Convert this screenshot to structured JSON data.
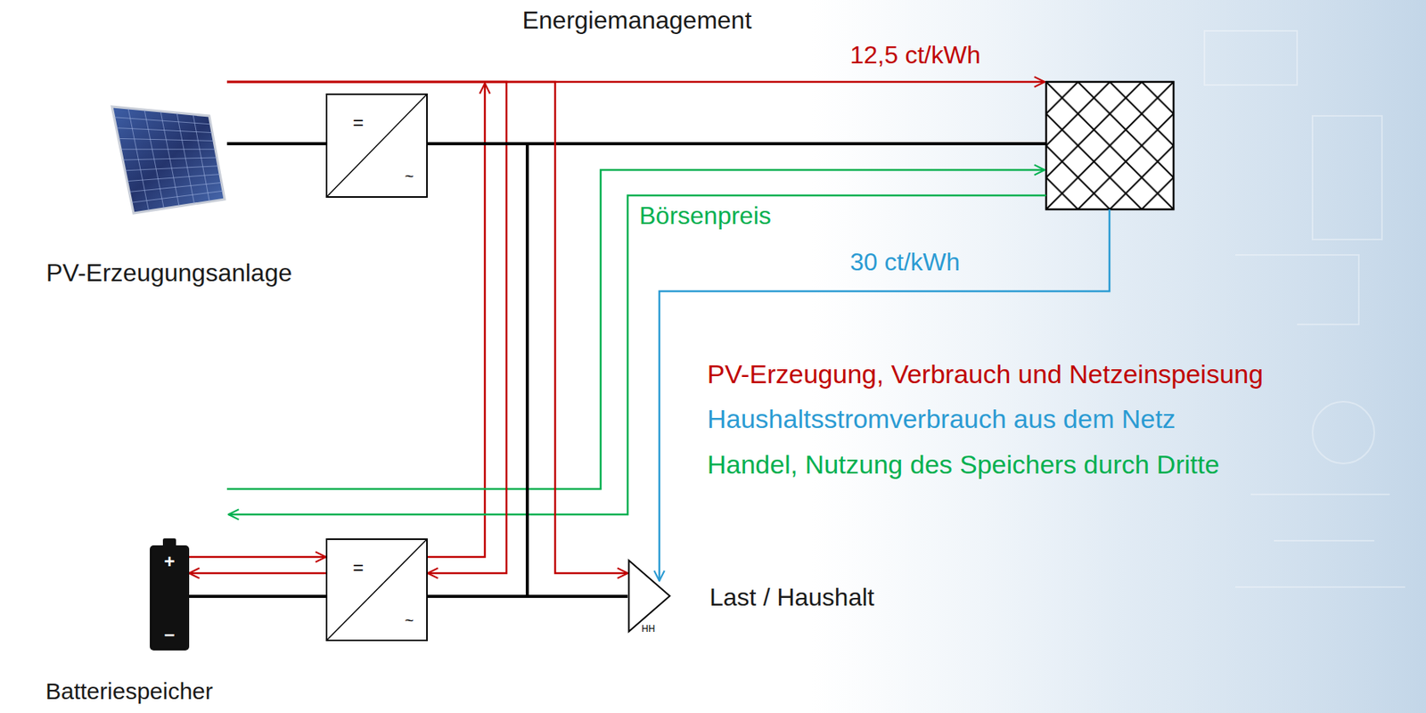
{
  "diagram": {
    "title": "Energiemanagement",
    "nodes": [
      {
        "text": [
          "PV-Erzeugungsanlage"
        ]
      },
      {
        "text": [
          "=",
          "~"
        ]
      },
      {
        "text": [
          "+",
          "−",
          "Batteriespeicher"
        ]
      },
      {
        "text": [
          "=",
          "~"
        ]
      },
      {
        "text": [
          "HH",
          "Last / Haushalt"
        ]
      }
    ],
    "edges": [
      {
        "from": 0,
        "to": 1,
        "arrow": "none"
      },
      {
        "from": 0,
        "to": 3,
        "arrow": "to"
      },
      {
        "from": 0,
        "to": 4,
        "arrow": "to"
      },
      {
        "from": 1,
        "to": 4,
        "arrow": "none"
      },
      {
        "from": 2,
        "to": 3,
        "arrow": "none"
      },
      {
        "from": 2,
        "to": 3,
        "arrow": "to"
      },
      {
        "from": 3,
        "to": 2,
        "arrow": "to"
      },
      {
        "from": 3,
        "to": 4,
        "arrow": "none"
      }
    ],
    "labels": [
      "12,5 ct/kWh",
      "Börsenpreis",
      "30 ct/kWh"
    ],
    "legend": [
      {
        "text": "PV-Erzeugung, Verbrauch und Netzeinspeisung",
        "color": "#c00000"
      },
      {
        "text": "Haushaltsstromverbrauch aus dem Netz",
        "color": "#2b9bd3"
      },
      {
        "text": "Handel, Nutzung des Speichers durch Dritte",
        "color": "#00b050"
      }
    ]
  }
}
